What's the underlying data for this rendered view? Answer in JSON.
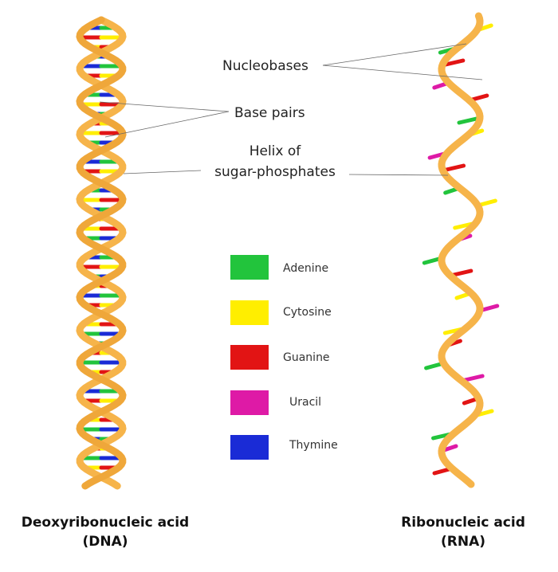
{
  "annotations": {
    "nucleobases": "Nucleobases",
    "base_pairs": "Base pairs",
    "helix_line1": "Helix of",
    "helix_line2": "sugar-phosphates"
  },
  "legend": [
    {
      "name": "Adenine",
      "color": "#22c43c"
    },
    {
      "name": "Cytosine",
      "color": "#ffee00"
    },
    {
      "name": "Guanine",
      "color": "#e21414"
    },
    {
      "name": "Uracil",
      "color": "#de1aa6"
    },
    {
      "name": "Thymine",
      "color": "#1a2bd6"
    }
  ],
  "captions": {
    "dna_line1": "Deoxyribonucleic acid",
    "dna_line2": "(DNA)",
    "rna_line1": "Ribonucleic acid",
    "rna_line2": "(RNA)"
  },
  "colors": {
    "backbone": "#f6b44a",
    "backbone_edge": "#d98d22"
  }
}
